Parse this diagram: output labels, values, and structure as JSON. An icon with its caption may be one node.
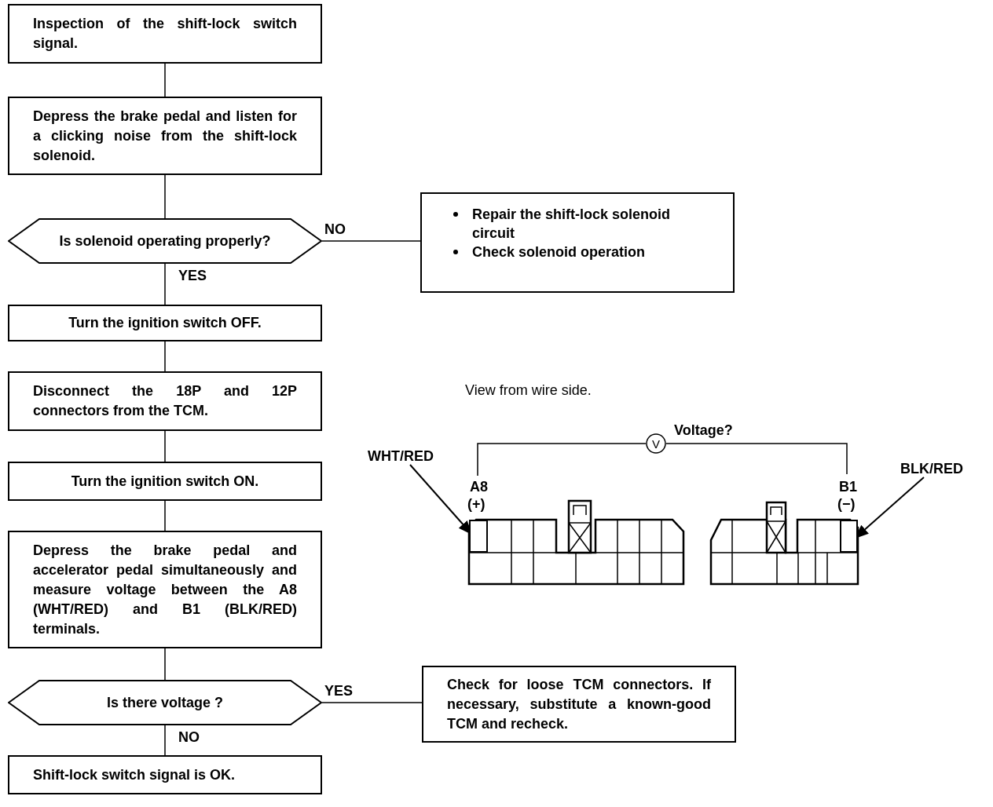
{
  "diagram": {
    "nodes": [
      {
        "text": [
          "Inspection of the shift-lock switch signal."
        ]
      },
      {
        "text": [
          "Depress the brake pedal and listen for a clicking noise from the shift-lock solenoid."
        ]
      },
      {
        "text": [
          "Is solenoid operating properly?"
        ]
      },
      {
        "text": [
          "Repair the shift-lock solenoid circuit",
          "Check solenoid operation"
        ]
      },
      {
        "text": [
          "Turn the ignition switch OFF."
        ]
      },
      {
        "text": [
          "Disconnect the 18P and 12P connectors from the TCM."
        ]
      },
      {
        "text": [
          "Turn the ignition switch ON."
        ]
      },
      {
        "text": [
          "Depress the brake pedal and accelerator pedal simultaneously and measure voltage between the A8 (WHT/RED) and B1 (BLK/RED) terminals."
        ]
      },
      {
        "text": [
          "Is there voltage ?"
        ]
      },
      {
        "text": [
          "Check for loose TCM connectors. If necessary, substitute a known-good TCM and recheck."
        ]
      },
      {
        "text": [
          "Shift-lock switch signal is OK."
        ]
      },
      {
        "text": [
          "WHT/RED"
        ]
      },
      {
        "text": [],
        "shape": "box"
      },
      {
        "text": [
          "BLK/RED"
        ]
      },
      {
        "text": [],
        "shape": "box"
      }
    ],
    "edges": [
      {
        "from": 0,
        "to": 1,
        "arrow": "none"
      },
      {
        "from": 1,
        "to": 2,
        "arrow": "none"
      },
      {
        "from": 2,
        "to": 3,
        "arrow": "none",
        "label": "NO"
      },
      {
        "from": 2,
        "to": 4,
        "arrow": "none",
        "label": "YES"
      },
      {
        "from": 4,
        "to": 5,
        "arrow": "none"
      },
      {
        "from": 5,
        "to": 6,
        "arrow": "none"
      },
      {
        "from": 6,
        "to": 7,
        "arrow": "none"
      },
      {
        "from": 7,
        "to": 8,
        "arrow": "none"
      },
      {
        "from": 8,
        "to": 9,
        "arrow": "none",
        "label": "YES"
      },
      {
        "from": 8,
        "to": 10,
        "arrow": "none",
        "label": "NO"
      },
      {
        "from": 11,
        "to": 12,
        "arrow": "to"
      },
      {
        "from": 13,
        "to": 14,
        "arrow": "to"
      }
    ],
    "labels": [
      "View from wire side.",
      "Voltage?",
      "V",
      "A8",
      "(+)",
      "B1",
      "(−)"
    ]
  }
}
